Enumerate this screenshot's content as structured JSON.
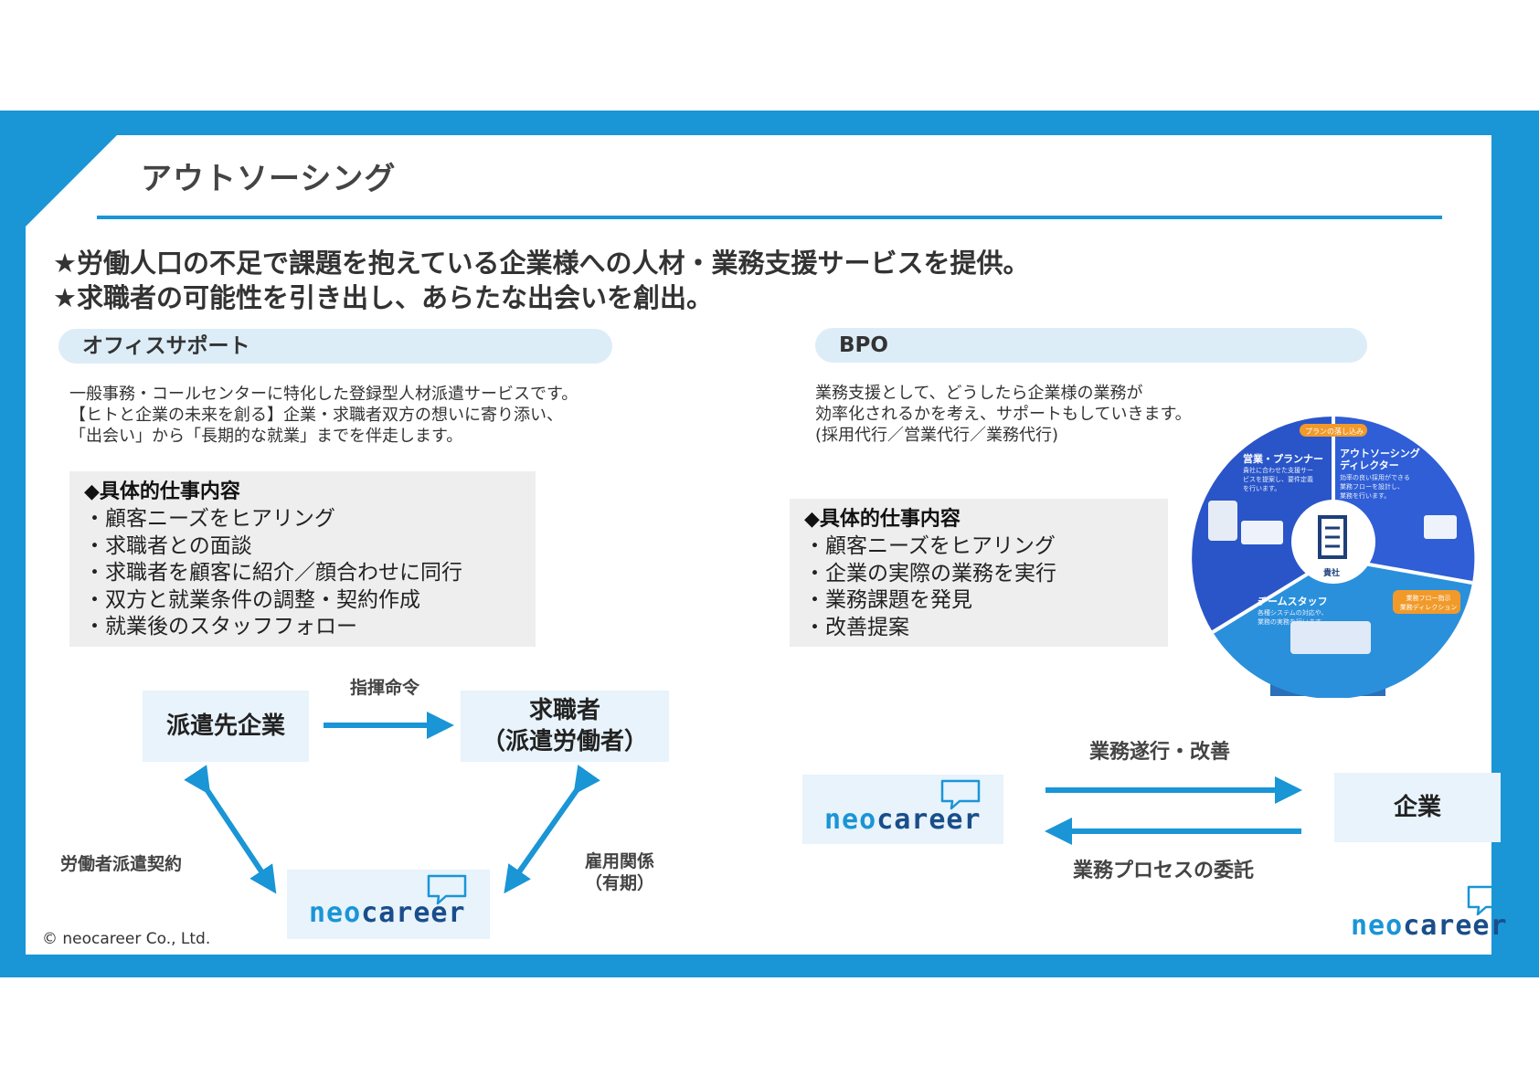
{
  "title": "アウトソーシング",
  "headlines": [
    "★労働人口の不足で課題を抱えている企業様への人材・業務支援サービスを提供。",
    "★求職者の可能性を引き出し、あらたな出会いを創出。"
  ],
  "office_support": {
    "heading": "オフィスサポート",
    "description": [
      "一般事務・コールセンターに特化した登録型人材派遣サービスです。",
      "【ヒトと企業の未来を創る】企業・求職者双方の想いに寄り添い、",
      "「出会い」から「長期的な就業」までを伴走します。"
    ],
    "tasks_title": "◆具体的仕事内容",
    "tasks": [
      "・顧客ニーズをヒアリング",
      "・求職者との面談",
      "・求職者を顧客に紹介／顔合わせに同行",
      "・双方と就業条件の調整・契約作成",
      "・就業後のスタッフフォロー"
    ],
    "diagram": {
      "client": "派遣先企業",
      "worker_line1": "求職者",
      "worker_line2": "（派遣労働者）",
      "command_label": "指揮命令",
      "contract_label": "労働者派遣契約",
      "employment_line1": "雇用関係",
      "employment_line2": "（有期）"
    }
  },
  "bpo": {
    "heading": "BPO",
    "description": [
      "業務支援として、どうしたら企業様の業務が",
      "効率化されるかを考え、サポートもしていきます。",
      "(採用代行／営業代行／業務代行)"
    ],
    "tasks_title": "◆具体的仕事内容",
    "tasks": [
      "・顧客ニーズをヒアリング",
      "・企業の実際の業務を実行",
      "・業務課題を発見",
      "・改善提案"
    ],
    "wheel": {
      "top_badge": "プランの落し込み",
      "left_title": "営業・プランナー",
      "left_text": [
        "貴社に合わせた支援サー",
        "ビスを提案し、要件定義",
        "を行います。"
      ],
      "right_title": "アウトソーシング",
      "right_title2": "ディレクター",
      "right_text": [
        "効率の良い採用ができる",
        "業務フローを設計し、",
        "業務を行います。"
      ],
      "center_label": "貴社",
      "bottom_title": "チームスタッフ",
      "bottom_text": [
        "各種システムの対応や、",
        "業務の実務を行います。"
      ],
      "side_badge": [
        "業務フロー指示",
        "業務ディレクション"
      ]
    },
    "diagram": {
      "client": "企業",
      "upper_label": "業務遂行・改善",
      "lower_label": "業務プロセスの委託"
    }
  },
  "logo": {
    "neo": "neo",
    "career": "career"
  },
  "copyright": "© neocareer Co., Ltd.",
  "colors": {
    "brand_blue": "#1a95d6",
    "light_blue": "#e8f3fb",
    "pill_blue": "#dcedf8",
    "task_gray": "#eeeeee"
  }
}
